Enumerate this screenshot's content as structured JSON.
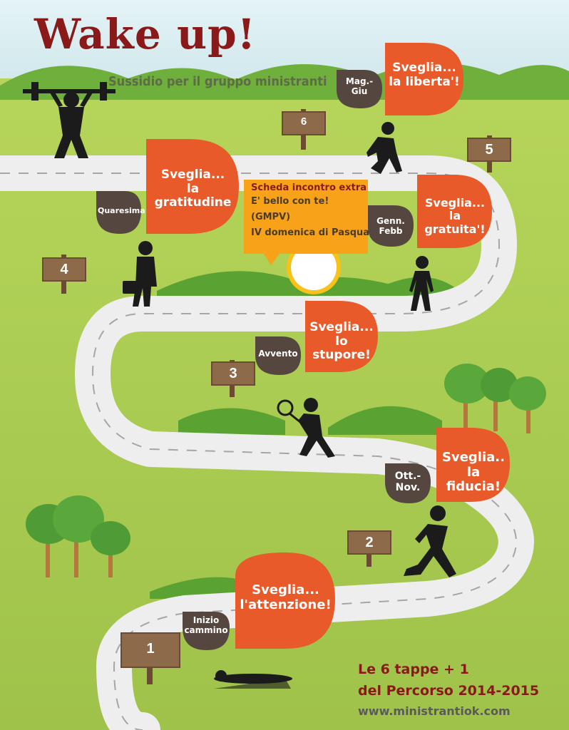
{
  "header": {
    "title": "Wake up!",
    "subtitle": "Sussidio per il gruppo ministranti"
  },
  "stages": [
    {
      "number": "1",
      "period": "Inizio cammino",
      "slogan": "Sveglia... l'attenzione!"
    },
    {
      "number": "2",
      "period": "Ott.-Nov.",
      "slogan": "Sveglia.. la fiducia!"
    },
    {
      "number": "3",
      "period": "Avvento",
      "slogan": "Sveglia... lo stupore!"
    },
    {
      "number": "4",
      "period": "Quaresima",
      "slogan": "Sveglia... la gratitudine"
    },
    {
      "number": "5",
      "period": "Genn. Febb",
      "slogan": "Sveglia... la gratuita'!"
    },
    {
      "number": "6",
      "period": "Mag.-Giu",
      "slogan": "Sveglia... la liberta'!"
    }
  ],
  "extra": {
    "heading": "Scheda incontro extra",
    "line1": "E' bello con te!",
    "line2": "(GMPV)",
    "line3": "IV domenica di Pasqua"
  },
  "footer": {
    "line1": "Le 6 tappe + 1",
    "line2": "del Percorso 2014-2015",
    "url": "www.ministrantiok.com"
  },
  "colors": {
    "title": "#8a1a1a",
    "bubble_orange": "#e85a2a",
    "bubble_dark": "#55473f",
    "road": "#eeeeee",
    "grass": "#a9c94a",
    "sky": "#d6ecf1",
    "sign_wood": "#8c6a4a",
    "extra_box": "#f7a219"
  }
}
